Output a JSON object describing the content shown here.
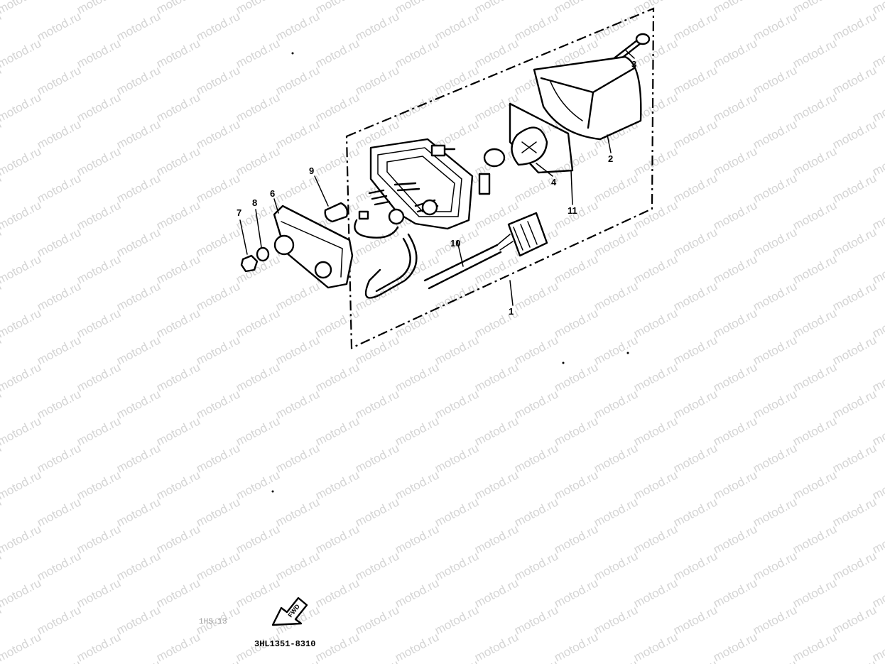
{
  "watermark": "motod.ru",
  "diagram_code": "3HL1351-8310",
  "forward_label": "FWD",
  "faint_code": "1HS.13",
  "callouts": [
    {
      "id": "1",
      "label": "1"
    },
    {
      "id": "2",
      "label": "2"
    },
    {
      "id": "3",
      "label": "3"
    },
    {
      "id": "4",
      "label": "4"
    },
    {
      "id": "6",
      "label": "6"
    },
    {
      "id": "7",
      "label": "7"
    },
    {
      "id": "8",
      "label": "8"
    },
    {
      "id": "9",
      "label": "9"
    },
    {
      "id": "10",
      "label": "10"
    },
    {
      "id": "11",
      "label": "11"
    }
  ]
}
